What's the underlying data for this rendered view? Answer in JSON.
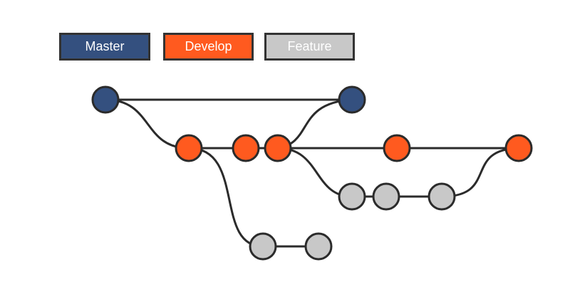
{
  "legend": {
    "master": {
      "label": "Master",
      "color": "#34507f"
    },
    "develop": {
      "label": "Develop",
      "color": "#ff5a1f"
    },
    "feature": {
      "label": "Feature",
      "color": "#c8c8c8"
    }
  },
  "branches": {
    "master": {
      "commits": 2
    },
    "develop": {
      "commits": 5
    },
    "feature_a": {
      "commits": 2
    },
    "feature_b": {
      "commits": 3
    }
  }
}
